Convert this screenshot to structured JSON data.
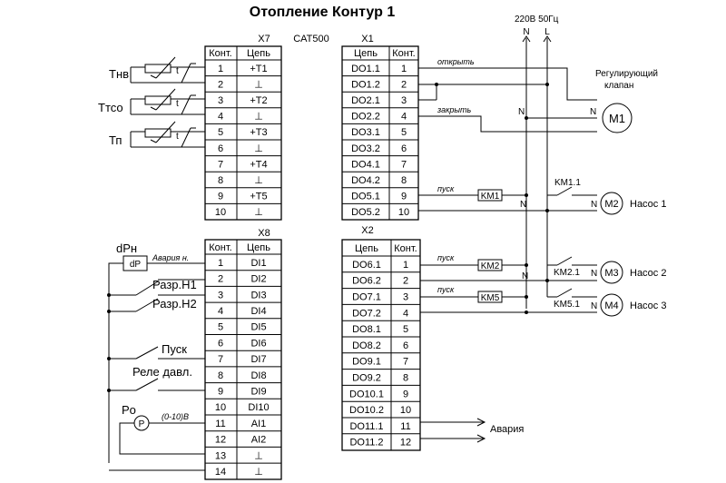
{
  "title": "Отопление Контур 1",
  "supply": {
    "label": "220В 50Гц",
    "n": "N",
    "l": "L"
  },
  "x7": {
    "name": "X7",
    "header_contact": "Конт.",
    "header_circuit": "Цепь",
    "rows": [
      {
        "k": "1",
        "c": "+T1"
      },
      {
        "k": "2",
        "c": "⊥"
      },
      {
        "k": "3",
        "c": "+T2"
      },
      {
        "k": "4",
        "c": "⊥"
      },
      {
        "k": "5",
        "c": "+T3"
      },
      {
        "k": "6",
        "c": "⊥"
      },
      {
        "k": "7",
        "c": "+T4"
      },
      {
        "k": "8",
        "c": "⊥"
      },
      {
        "k": "9",
        "c": "+T5"
      },
      {
        "k": "10",
        "c": "⊥"
      }
    ]
  },
  "device": "CAT500",
  "x1": {
    "name": "X1",
    "header_contact": "Конт.",
    "header_circuit": "Цепь",
    "rows": [
      {
        "c": "DO1.1",
        "k": "1"
      },
      {
        "c": "DO1.2",
        "k": "2"
      },
      {
        "c": "DO2.1",
        "k": "3"
      },
      {
        "c": "DO2.2",
        "k": "4"
      },
      {
        "c": "DO3.1",
        "k": "5"
      },
      {
        "c": "DO3.2",
        "k": "6"
      },
      {
        "c": "DO4.1",
        "k": "7"
      },
      {
        "c": "DO4.2",
        "k": "8"
      },
      {
        "c": "DO5.1",
        "k": "9"
      },
      {
        "c": "DO5.2",
        "k": "10"
      }
    ]
  },
  "x8": {
    "name": "X8",
    "header_contact": "Конт.",
    "header_circuit": "Цепь",
    "rows": [
      {
        "k": "1",
        "c": "DI1"
      },
      {
        "k": "2",
        "c": "DI2"
      },
      {
        "k": "3",
        "c": "DI3"
      },
      {
        "k": "4",
        "c": "DI4"
      },
      {
        "k": "5",
        "c": "DI5"
      },
      {
        "k": "6",
        "c": "DI6"
      },
      {
        "k": "7",
        "c": "DI7"
      },
      {
        "k": "8",
        "c": "DI8"
      },
      {
        "k": "9",
        "c": "DI9"
      },
      {
        "k": "10",
        "c": "DI10"
      },
      {
        "k": "11",
        "c": "AI1"
      },
      {
        "k": "12",
        "c": "AI2"
      },
      {
        "k": "13",
        "c": "⊥"
      },
      {
        "k": "14",
        "c": "⊥"
      }
    ]
  },
  "x2": {
    "name": "X2",
    "header_contact": "Конт.",
    "header_circuit": "Цепь",
    "rows": [
      {
        "c": "DO6.1",
        "k": "1"
      },
      {
        "c": "DO6.2",
        "k": "2"
      },
      {
        "c": "DO7.1",
        "k": "3"
      },
      {
        "c": "DO7.2",
        "k": "4"
      },
      {
        "c": "DO8.1",
        "k": "5"
      },
      {
        "c": "DO8.2",
        "k": "6"
      },
      {
        "c": "DO9.1",
        "k": "7"
      },
      {
        "c": "DO9.2",
        "k": "8"
      },
      {
        "c": "DO10.1",
        "k": "9"
      },
      {
        "c": "DO10.2",
        "k": "10"
      },
      {
        "c": "DO11.1",
        "k": "11"
      },
      {
        "c": "DO11.2",
        "k": "12"
      }
    ]
  },
  "sensors": {
    "t_nv": "Тнв",
    "t_tso": "Ттсо",
    "t_p": "Тп",
    "t_mark": "t"
  },
  "inputs": {
    "dpn": "dPн",
    "dp_box": "dP",
    "alarm_note": "Авария н.",
    "razr_h1": "Разр.Н1",
    "razr_h2": "Разр.Н2",
    "pusk": "Пуск",
    "rele": "Реле давл.",
    "po": "Po",
    "p_box": "P",
    "range": "(0-10)В"
  },
  "outputs": {
    "open": "открыть",
    "close": "закрыть",
    "valve_1": "Регулирующий",
    "valve_2": "клапан",
    "n": "N",
    "m1": "M1",
    "pusk": "пуск",
    "km1": "KM1",
    "km1_1": "KM1.1",
    "m2": "M2",
    "pump1": "Насос 1",
    "km2": "KM2",
    "km2_1": "KM2.1",
    "m3": "M3",
    "pump2": "Насос 2",
    "km5": "KM5",
    "km5_1": "KM5.1",
    "m4": "M4",
    "pump3": "Насос 3",
    "alarm": "Авария"
  }
}
